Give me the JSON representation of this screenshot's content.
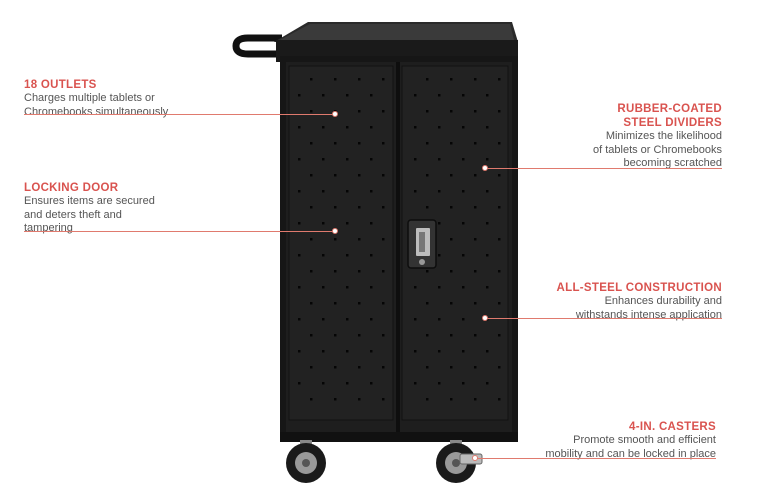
{
  "colors": {
    "accent": "#d9534f",
    "cabinet": "#1b1b1b",
    "leader": "#e07a6e",
    "text": "#555555"
  },
  "callouts": {
    "outlets": {
      "title": "18 OUTLETS",
      "desc": [
        "Charges multiple tablets or",
        "Chromebooks simultaneously"
      ]
    },
    "locking": {
      "title": "LOCKING DOOR",
      "desc": [
        "Ensures items are secured",
        "and deters theft and",
        "tampering"
      ]
    },
    "dividers": {
      "title_lines": [
        "RUBBER-COATED",
        "STEEL DIVIDERS"
      ],
      "desc": [
        "Minimizes the likelihood",
        "of tablets or Chromebooks",
        "becoming scratched"
      ]
    },
    "steel": {
      "title": "ALL-STEEL CONSTRUCTION",
      "desc": [
        "Enhances durability and",
        "withstands intense application"
      ]
    },
    "casters": {
      "title": "4-IN. CASTERS",
      "desc": [
        "Promote smooth and efficient",
        "mobility and can be locked in place"
      ]
    }
  }
}
